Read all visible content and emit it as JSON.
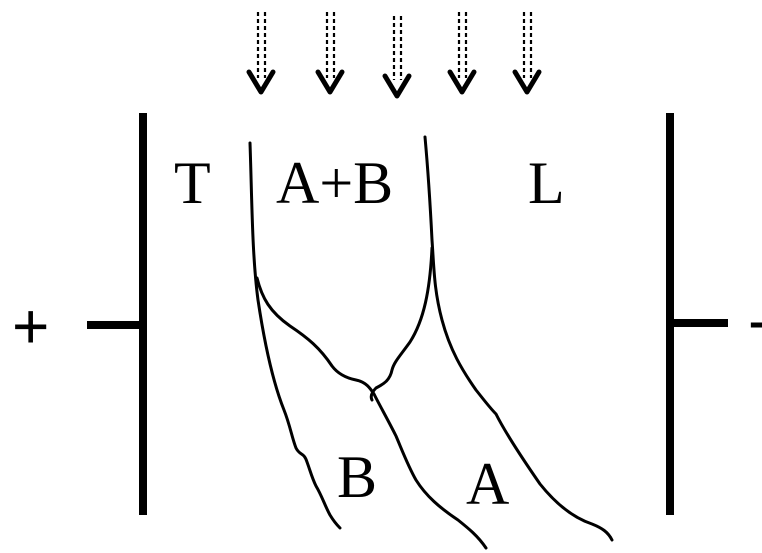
{
  "terminals": {
    "positive": "+",
    "negative": "-"
  },
  "regions": {
    "left": "T",
    "middle": "A+B",
    "right": "L",
    "band_b": "B",
    "band_a": "A"
  },
  "arrows": {
    "count": 5,
    "direction": "down",
    "style": "dashed"
  },
  "colors": {
    "ink": "#000000",
    "background": "#ffffff"
  }
}
